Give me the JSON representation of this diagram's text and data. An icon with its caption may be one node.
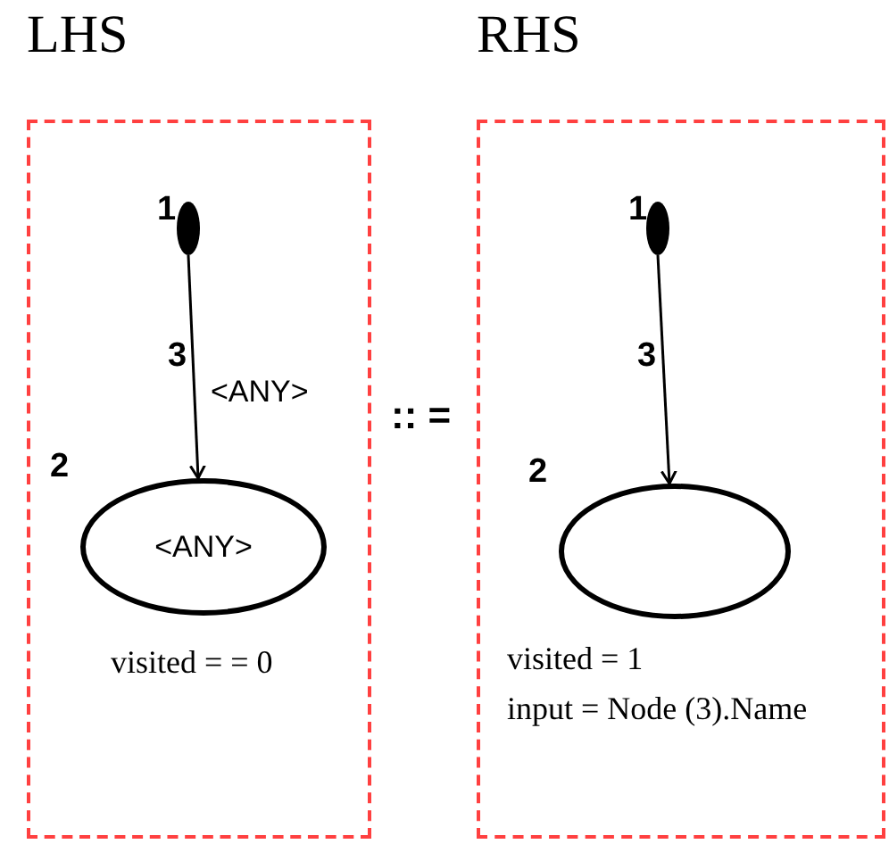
{
  "diagram": {
    "nodes": [
      {
        "text": [
          "LHS"
        ]
      },
      {
        "text": [],
        "shape": "circle",
        "in": 0,
        "beside": [
          "1"
        ]
      },
      {
        "text": [
          "<ANY>"
        ],
        "in": 0,
        "beside": [
          "2",
          "visited = = 0"
        ]
      },
      {
        "text": [
          "RHS"
        ]
      },
      {
        "text": [],
        "shape": "circle",
        "in": 3,
        "beside": [
          "1"
        ]
      },
      {
        "text": [],
        "shape": "ellipse",
        "in": 3,
        "beside": [
          "2",
          "visited = 1",
          "input = Node (3).Name"
        ]
      }
    ],
    "edges": [
      {
        "from": 1,
        "to": 2,
        "arrow": "to",
        "label": "3"
      },
      {
        "from": 4,
        "to": 5,
        "arrow": "to",
        "label": "3"
      }
    ],
    "labels": [
      "<ANY>",
      ":: ="
    ]
  }
}
